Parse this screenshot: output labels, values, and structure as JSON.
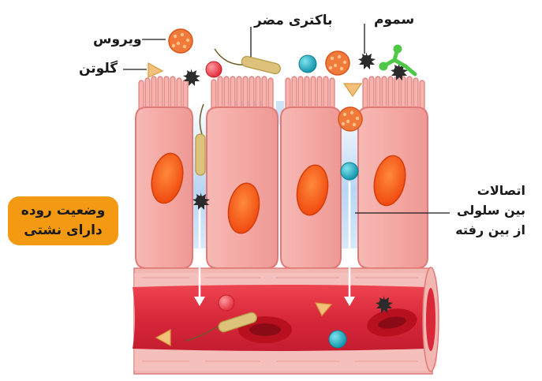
{
  "labels": {
    "virus": "ویروس",
    "gluten": "گلوتن",
    "bacteria": "باکتری مضر",
    "toxins": "سموم",
    "junctions_line1": "اتصالات",
    "junctions_line2": "بین سلولی",
    "junctions_line3": "از بین رفته"
  },
  "badge": {
    "line1": "وضعیت روده",
    "line2": "دارای نشتی"
  },
  "colors": {
    "cell": "#f3a6a2",
    "cell_edge": "#e07a78",
    "nucleus": "#ff5a14",
    "vessel": "#d8283a",
    "gap": "#bcd8f2",
    "badge": "#f39a12",
    "teal": "#2ab0c4",
    "virus": "#f07a3a"
  },
  "icons": [
    "virus-icon",
    "gluten-icon",
    "bacteria-icon",
    "toxin-icon",
    "teal-particle-icon",
    "red-blood-cell-icon"
  ]
}
